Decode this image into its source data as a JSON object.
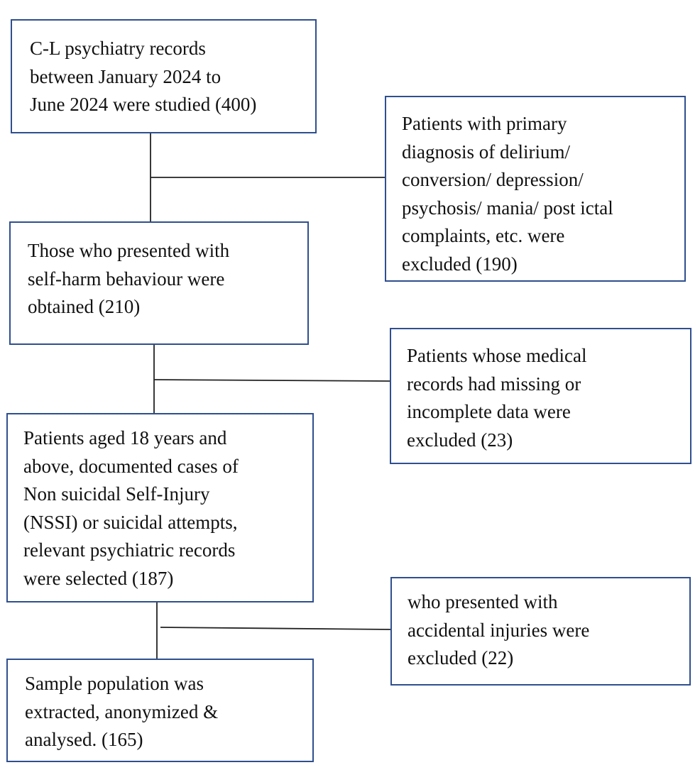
{
  "flowchart": {
    "main_steps": [
      "C-L psychiatry records\nbetween January 2024 to\nJune 2024 were studied (400)",
      "Those who presented with\nself-harm behaviour were\nobtained (210)",
      "Patients aged 18 years and\nabove, documented cases of\nNon suicidal Self-Injury\n(NSSI) or suicidal attempts,\nrelevant psychiatric records\nwere selected (187)",
      "Sample population was\nextracted, anonymized &\nanalysed. (165)"
    ],
    "exclusions": [
      "Patients with primary\ndiagnosis of delirium/\nconversion/ depression/\npsychosis/ mania/ post ictal\ncomplaints, etc. were\nexcluded (190)",
      "Patients whose medical\nrecords had missing or\nincomplete data were\nexcluded (23)",
      "who presented with\naccidental injuries were\nexcluded (22)"
    ]
  }
}
